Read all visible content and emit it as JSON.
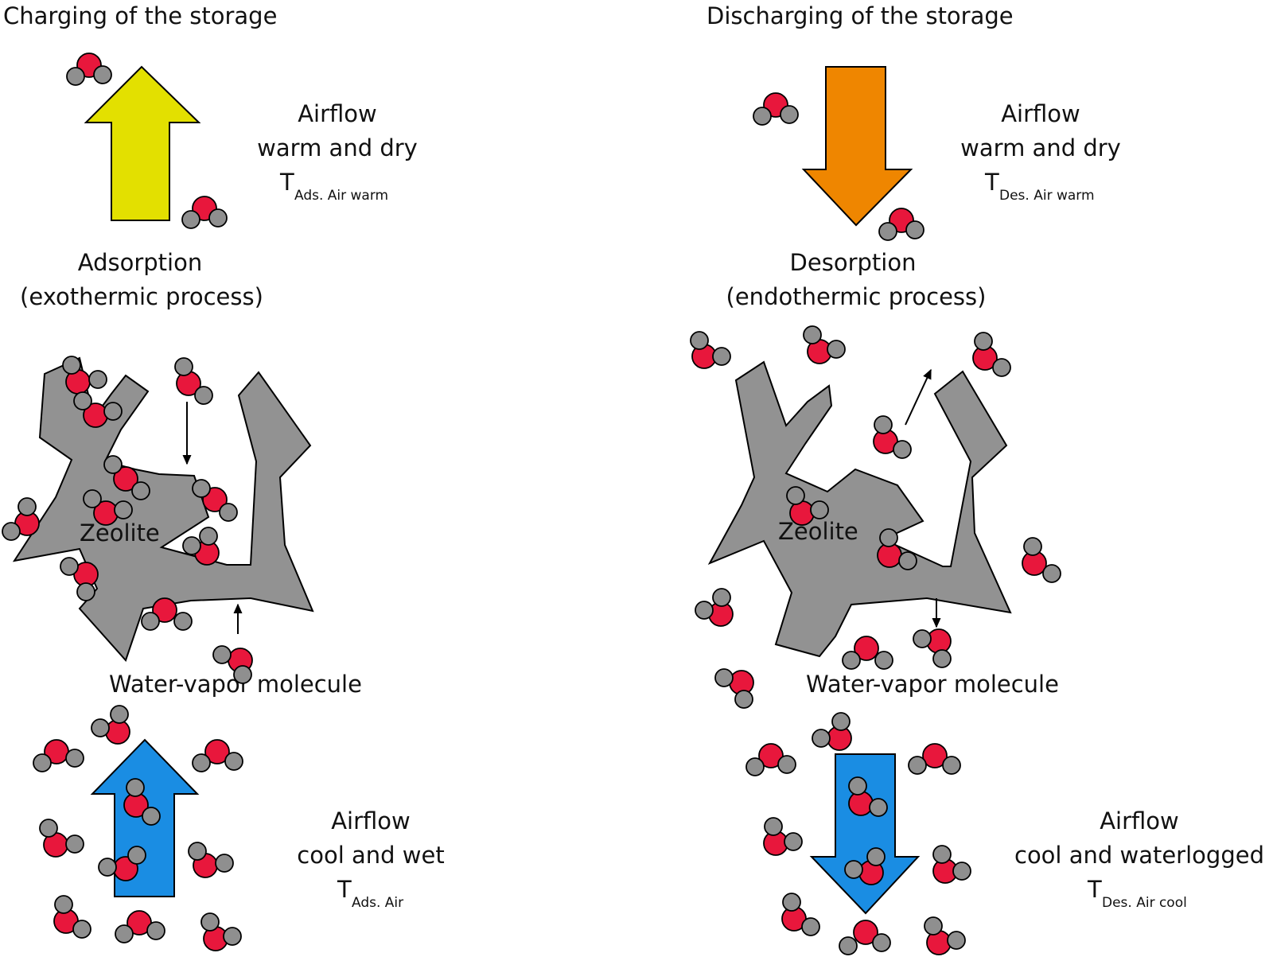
{
  "charging": {
    "title": "Charging of the storage",
    "top_airflow": {
      "line1": "Airflow",
      "line2": "warm and dry",
      "temp_symbol": "T",
      "temp_subscript": "Ads. Air warm"
    },
    "process": {
      "line1": "Adsorption",
      "line2": "(exothermic process)"
    },
    "material_label": "Zeolite",
    "molecule_label": "Water-vapor molecule",
    "bottom_airflow": {
      "line1": "Airflow",
      "line2": "cool and wet",
      "temp_symbol": "T",
      "temp_subscript": "Ads. Air"
    }
  },
  "discharging": {
    "title": "Discharging of the storage",
    "top_airflow": {
      "line1": "Airflow",
      "line2": "warm and dry",
      "temp_symbol": "T",
      "temp_subscript": "Des. Air warm"
    },
    "process": {
      "line1": "Desorption",
      "line2": "(endothermic process)"
    },
    "material_label": "Zeolite",
    "molecule_label": "Water-vapor molecule",
    "bottom_airflow": {
      "line1": "Airflow",
      "line2": "cool and waterlogged",
      "temp_symbol": "T",
      "temp_subscript": "Des.  Air cool"
    }
  },
  "colors": {
    "warm_arrow_charging": "#e3e000",
    "warm_arrow_discharging": "#ef8600",
    "cool_arrow": "#1a8de3",
    "zeolite": "#929292",
    "oxygen": "#e8173c",
    "hydrogen": "#8f8f8f"
  },
  "icons": {
    "molecule": "water-molecule-icon",
    "flow_up": "airflow-up-arrow",
    "flow_down": "airflow-down-arrow"
  }
}
